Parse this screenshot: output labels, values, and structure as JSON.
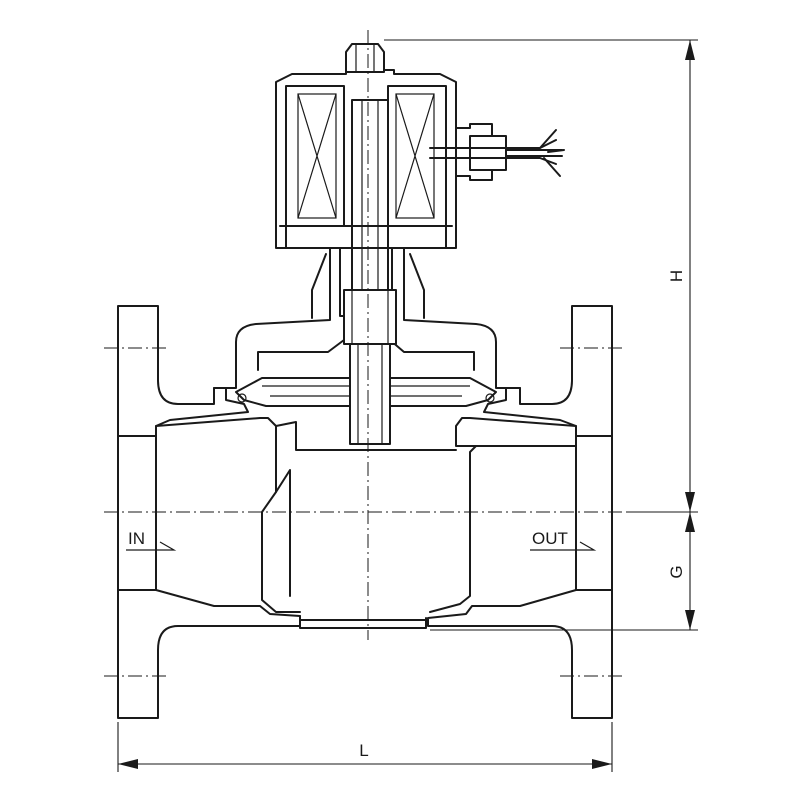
{
  "labels": {
    "inlet": "IN",
    "outlet": "OUT"
  },
  "dimensions": {
    "height": "H",
    "center_to_bottom": "G",
    "length": "L"
  }
}
